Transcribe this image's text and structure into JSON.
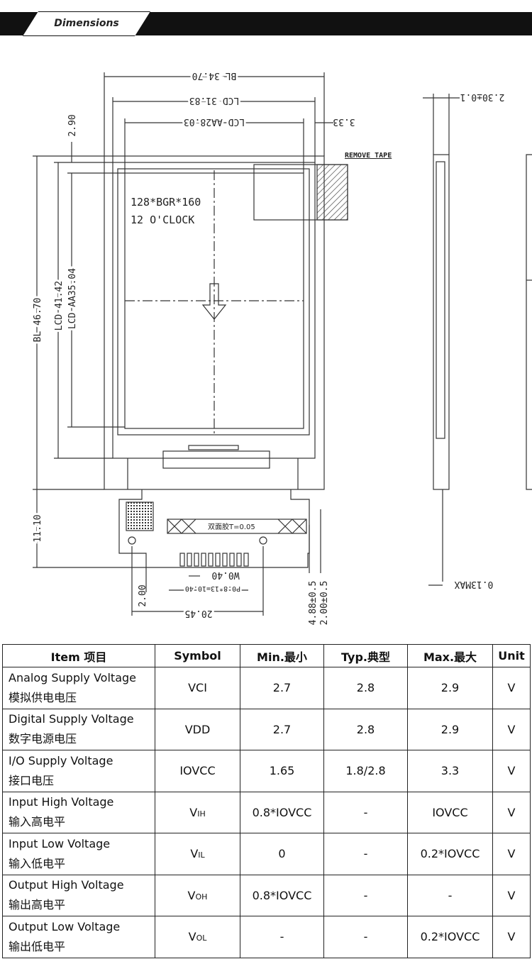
{
  "header": {
    "title": "Dimensions"
  },
  "drawing": {
    "dims": {
      "bl_width": "BL 34.70",
      "lcd_width": "LCD 31.83",
      "aa_width": "LCD AA28.03",
      "offset_right": "3.33",
      "thickness": "2.30±0.1",
      "offset_top": "2.90",
      "bl_height": "BL  46.70",
      "lcd_height": "LCD  41.42",
      "aa_height": "LCD  AA35.04",
      "fpc_length": "11.10",
      "fpc_pin_offset": "2.00",
      "fpc_width": "20.45",
      "pitch": "P0.8*13=10.40",
      "pin_width": "W0.40",
      "fpc_h1": "4.88±0.5",
      "fpc_h2": "2.00±0.5",
      "max_thick": "0.13MAX"
    },
    "labels": {
      "remove_tape": "REMOVE TAPE",
      "resolution": "128*BGR*160",
      "orientation": "12 O'CLOCK",
      "tape_note": "双面胶T=0.05"
    }
  },
  "table": {
    "headers": [
      "Item 项目",
      "Symbol",
      "Min.最小",
      "Typ.典型",
      "Max.最大",
      "Unit"
    ],
    "rows": [
      {
        "item_en": "Analog Supply Voltage",
        "item_cn": "模拟供电电压",
        "sym": "VCI",
        "sub": "",
        "min": "2.7",
        "typ": "2.8",
        "max": "2.9",
        "unit": "V"
      },
      {
        "item_en": "Digital Supply Voltage",
        "item_cn": "数字电源电压",
        "sym": "VDD",
        "sub": "",
        "min": "2.7",
        "typ": "2.8",
        "max": "2.9",
        "unit": "V"
      },
      {
        "item_en": "I/O Supply Voltage",
        "item_cn": "接口电压",
        "sym": "IOVCC",
        "sub": "",
        "min": "1.65",
        "typ": "1.8/2.8",
        "max": "3.3",
        "unit": "V"
      },
      {
        "item_en": "Input High Voltage",
        "item_cn": "输入高电平",
        "sym": "V",
        "sub": "IH",
        "min": "0.8*IOVCC",
        "typ": "-",
        "max": "IOVCC",
        "unit": "V"
      },
      {
        "item_en": "Input Low Voltage",
        "item_cn": "输入低电平",
        "sym": "V",
        "sub": "IL",
        "min": "0",
        "typ": "-",
        "max": "0.2*IOVCC",
        "unit": "V"
      },
      {
        "item_en": "Output High Voltage",
        "item_cn": "输出高电平",
        "sym": "V",
        "sub": "OH",
        "min": "0.8*IOVCC",
        "typ": "-",
        "max": "-",
        "unit": "V"
      },
      {
        "item_en": "Output Low Voltage",
        "item_cn": "输出低电平",
        "sym": "V",
        "sub": "OL",
        "min": "-",
        "typ": "-",
        "max": "0.2*IOVCC",
        "unit": "V"
      }
    ]
  }
}
